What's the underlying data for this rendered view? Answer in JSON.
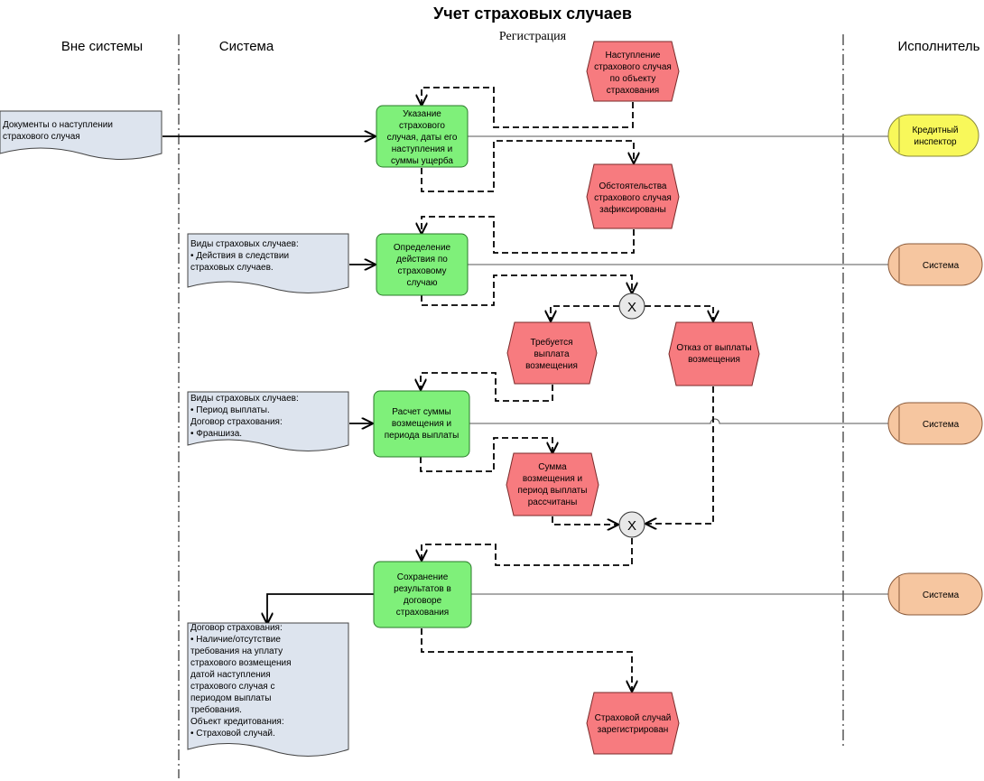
{
  "title": "Учет страховых случаев",
  "subtitle": "Регистрация",
  "lanes": {
    "outside": "Вне системы",
    "system": "Система",
    "executor": "Исполнитель"
  },
  "functions": [
    [
      "Указание",
      "страхового",
      "случая, даты его",
      "наступления и",
      "суммы ущерба"
    ],
    [
      "Определение",
      "действия по",
      "страховому",
      "случаю"
    ],
    [
      "Расчет суммы",
      "возмещения и",
      "периода выплаты"
    ],
    [
      "Сохранение",
      "результатов в",
      "договоре",
      "страхования"
    ]
  ],
  "events": [
    [
      "Наступление",
      "страхового случая",
      "по объекту",
      "страхования"
    ],
    [
      "Обстоятельства",
      "страхового случая",
      "зафиксированы"
    ],
    [
      "Требуется",
      "выплата",
      "возмещения"
    ],
    [
      "Отказ от выплаты",
      "возмещения"
    ],
    [
      "Сумма",
      "возмещения и",
      "период выплаты",
      "рассчитаны"
    ],
    [
      "Страховой случай",
      "зарегистрирован"
    ]
  ],
  "documents": [
    [
      "Документы о наступлении",
      "страхового случая"
    ],
    [
      "Виды страховых случаев:",
      "•      Действия в следствии",
      "        страховых случаев."
    ],
    [
      "Виды страховых случаев:",
      "•      Период выплаты.",
      "Договор страхования:",
      "•      Франшиза."
    ],
    [
      "Договор страхования:",
      "•      Наличие/отсутствие",
      "        требования на уплату",
      "        страхового возмещения",
      "        датой наступления",
      "        страхового случая с",
      "        периодом выплаты",
      "        требования.",
      "Объект кредитования:",
      "•      Страховой случай."
    ]
  ],
  "roles": [
    "Кредитный",
    "инспектор"
  ],
  "systems": [
    "Система",
    "Система",
    "Система"
  ],
  "xor_label": "X"
}
